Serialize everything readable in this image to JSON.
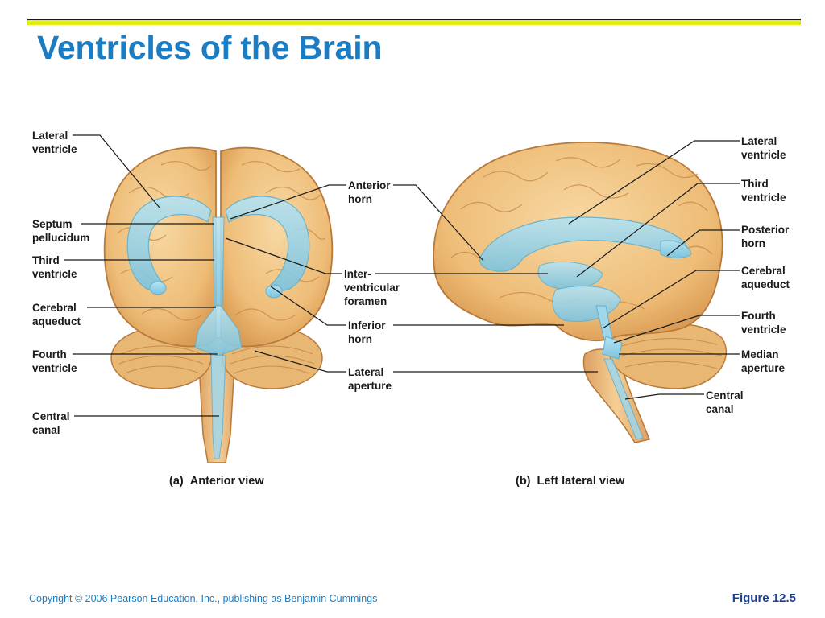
{
  "slide": {
    "title": "Ventricles of the Brain",
    "copyright": "Copyright © 2006 Pearson Education, Inc., publishing as Benjamin Cummings",
    "figure_number": "Figure 12.5"
  },
  "colors": {
    "title": "#1a7dc4",
    "brain_tissue": "#f0c27e",
    "brain_outline": "#b87a3a",
    "ventricle": "#8fd0e6",
    "accent_bar": "#e6ee1a"
  },
  "anterior": {
    "caption_tag": "(a)",
    "caption_text": "Anterior view",
    "left_labels": {
      "lateral_ventricle": [
        "Lateral",
        "ventricle"
      ],
      "septum_pellucidum": [
        "Septum",
        "pellucidum"
      ],
      "third_ventricle": [
        "Third",
        "ventricle"
      ],
      "cerebral_aqueduct": [
        "Cerebral",
        "aqueduct"
      ],
      "fourth_ventricle": [
        "Fourth",
        "ventricle"
      ],
      "central_canal": [
        "Central",
        "canal"
      ]
    },
    "middle_labels": {
      "anterior_horn": [
        "Anterior",
        "horn"
      ],
      "interventricular_foramen": [
        "Inter-",
        "ventricular",
        "foramen"
      ],
      "inferior_horn": [
        "Inferior",
        "horn"
      ],
      "lateral_aperture": [
        "Lateral",
        "aperture"
      ]
    }
  },
  "lateral": {
    "caption_tag": "(b)",
    "caption_text": "Left lateral view",
    "right_labels": {
      "lateral_ventricle": [
        "Lateral",
        "ventricle"
      ],
      "third_ventricle": [
        "Third",
        "ventricle"
      ],
      "posterior_horn": [
        "Posterior",
        "horn"
      ],
      "cerebral_aqueduct": [
        "Cerebral",
        "aqueduct"
      ],
      "fourth_ventricle": [
        "Fourth",
        "ventricle"
      ],
      "median_aperture": [
        "Median",
        "aperture"
      ],
      "central_canal": [
        "Central",
        "canal"
      ]
    }
  }
}
